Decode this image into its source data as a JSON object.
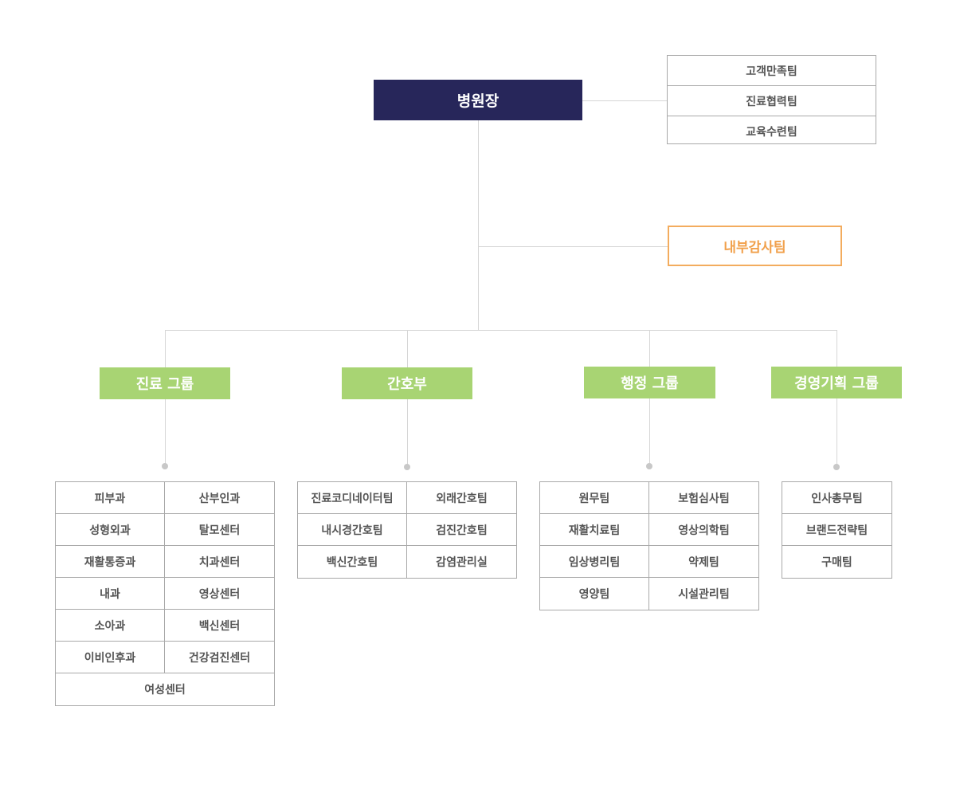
{
  "top": {
    "label": "병원장"
  },
  "staff": [
    "고객만족팀",
    "진료협력팀",
    "교육수련팀"
  ],
  "audit": {
    "label": "내부감사팀"
  },
  "groups": [
    {
      "label": "진료 그룹",
      "items": [
        "피부과",
        "산부인과",
        "성형외과",
        "탈모센터",
        "재활통증과",
        "치과센터",
        "내과",
        "영상센터",
        "소아과",
        "백신센터",
        "이비인후과",
        "건강검진센터",
        "여성센터"
      ]
    },
    {
      "label": "간호부",
      "items": [
        "진료코디네이터팀",
        "외래간호팀",
        "내시경간호팀",
        "검진간호팀",
        "백신간호팀",
        "감염관리실"
      ]
    },
    {
      "label": "행정 그룹",
      "items": [
        "원무팀",
        "보험심사팀",
        "재활치료팀",
        "영상의학팀",
        "임상병리팀",
        "약제팀",
        "영양팀",
        "시설관리팀"
      ]
    },
    {
      "label": "경영기획 그룹",
      "items": [
        "인사총무팀",
        "브랜드전략팀",
        "구매팀"
      ]
    }
  ],
  "colors": {
    "top_box": "#27265a",
    "audit_border": "#f3ac5e",
    "group_box": "#a8d473",
    "line": "#d6d6d6"
  }
}
